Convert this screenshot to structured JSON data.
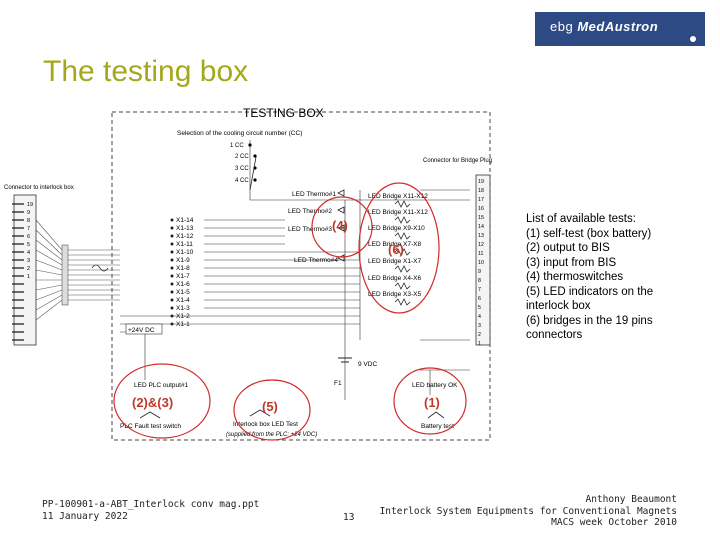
{
  "logo": {
    "prefix": "ebg ",
    "brand": "MedAustron"
  },
  "slide": {
    "title": "The testing box",
    "page_number": "13"
  },
  "diagram": {
    "box_title": "TESTING BOX",
    "selection_label": "Selection of the cooling circuit number (CC)",
    "cc_options": [
      "1 CC",
      "2 CC",
      "3 CC",
      "4 CC"
    ],
    "connector_interlock": "Connector to interlock box",
    "connector_bridge": "Connector for Bridge Plug",
    "led_thermo": [
      "LED Thermo#1",
      "LED Thermo#2",
      "LED Thermo#3",
      "LED Thermo#4"
    ],
    "led_bridges": [
      "LED Bridge X11-X12",
      "LED Bridge X11-X12",
      "LED Bridge X9-X10",
      "LED Bridge X7-X8",
      "LED Bridge X1-X7",
      "LED Bridge X4-X6",
      "LED Bridge X3-X5"
    ],
    "x_labels": [
      "X1-14",
      "X1-13",
      "X1-12",
      "X1-11",
      "X1-10",
      "X1-9",
      "X1-8",
      "X1-7",
      "X1-6",
      "X1-5",
      "X1-4",
      "X1-3",
      "X1-2",
      "X1-1"
    ],
    "left_pins": [
      "19",
      "9",
      "8",
      "7",
      "6",
      "5",
      "4",
      "3",
      "2",
      "1"
    ],
    "right_pins": [
      "19",
      "18",
      "17",
      "16",
      "15",
      "14",
      "13",
      "12",
      "11",
      "10",
      "9",
      "8",
      "7",
      "6",
      "5",
      "4",
      "3",
      "2",
      "1"
    ],
    "supply_label": "+24V DC",
    "battery_label": "9 VDC",
    "fuse_label": "F1",
    "led_plc": "LED PLC output#1",
    "plc_switch": "PLC Fault test switch",
    "led_battery": "LED battery OK",
    "battery_test": "Battery test",
    "led_test": "Interlock box LED Test",
    "led_test_note": "(supplied from the PLC: +24 VDC)",
    "markers": {
      "m4": "(4)",
      "m6": "(6)",
      "m23": "(2)&(3)",
      "m5": "(5)",
      "m1": "(1)"
    }
  },
  "tests": {
    "heading": "List of available tests:",
    "items": [
      "(1) self-test (box battery)",
      "(2) output to BIS",
      "(3) input from BIS",
      "(4) thermoswitches",
      "(5) LED indicators on the",
      "interlock box",
      "(6) bridges in the 19 pins",
      "connectors"
    ]
  },
  "footer": {
    "file": "PP-100901-a-ABT_Interlock conv mag.ppt",
    "date": "11 January 2022",
    "author": "Anthony Beaumont",
    "talk": "Interlock System Equipments for Conventional Magnets",
    "event": "MACS week October 2010"
  },
  "colors": {
    "title": "#a5a81a",
    "logo_bg": "#2e4a85",
    "marker": "#c0392b"
  }
}
